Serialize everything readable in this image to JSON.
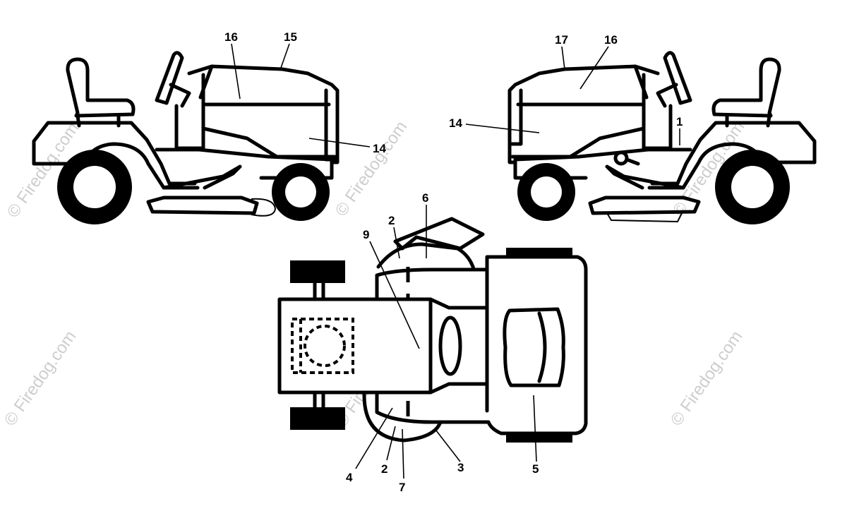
{
  "watermark": {
    "text": "© Firedog.com",
    "color": "#bdbdbd"
  },
  "callouts": {
    "left_16": "16",
    "left_15": "15",
    "left_14": "14",
    "right_17": "17",
    "right_16": "16",
    "right_14": "14",
    "right_1": "1",
    "top_6": "6",
    "top_2a": "2",
    "top_9": "9",
    "top_4": "4",
    "top_2b": "2",
    "top_7": "7",
    "top_3": "3",
    "top_5": "5"
  },
  "colors": {
    "ink": "#000000",
    "background": "#ffffff"
  }
}
